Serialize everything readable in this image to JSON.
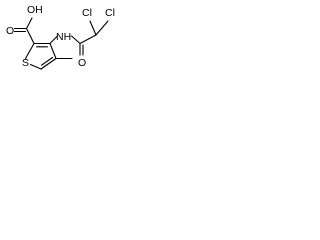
{
  "structure": {
    "atoms": {
      "hydroxyl": "OH",
      "carbonyl_oxygen_acid": "O",
      "amide_nitrogen": "NH",
      "amide_carbonyl_oxygen": "O",
      "chlorine_left": "Cl",
      "chlorine_right": "Cl",
      "ring_sulfur": "S"
    }
  }
}
